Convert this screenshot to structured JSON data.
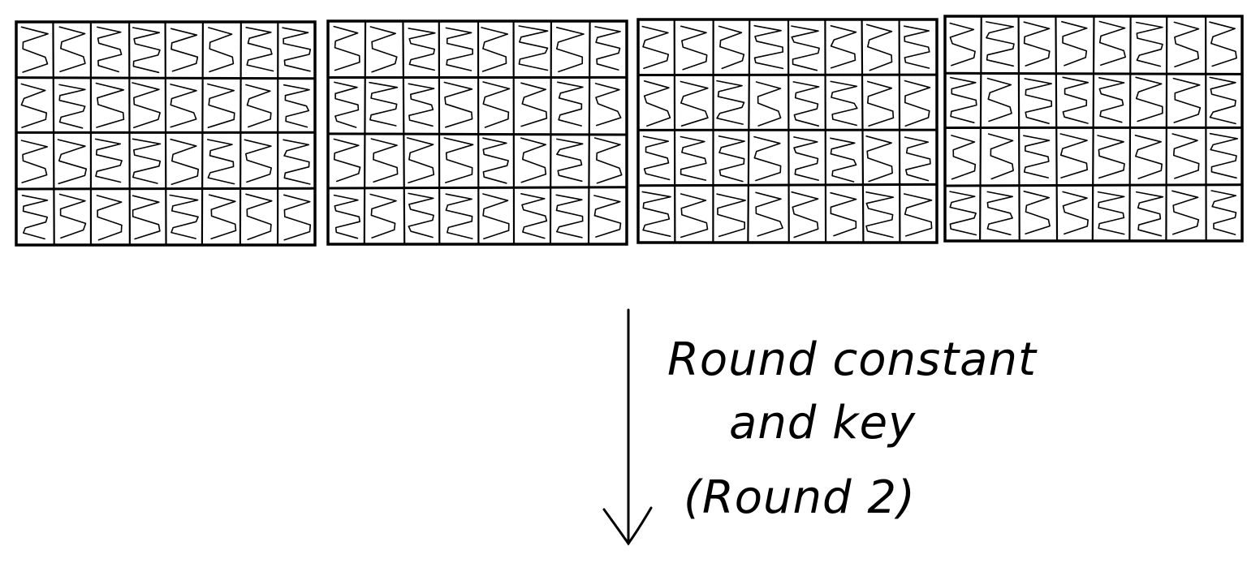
{
  "diagram": {
    "state_blocks": {
      "count": 4,
      "rows": 4,
      "cols": 8,
      "cell_marking": "scribble"
    },
    "arrow": {
      "direction": "down"
    },
    "label": {
      "line1": "Round constant",
      "line2": "and key",
      "line3": "(Round 2)"
    },
    "colors": {
      "ink": "#000000",
      "background": "#ffffff"
    }
  }
}
